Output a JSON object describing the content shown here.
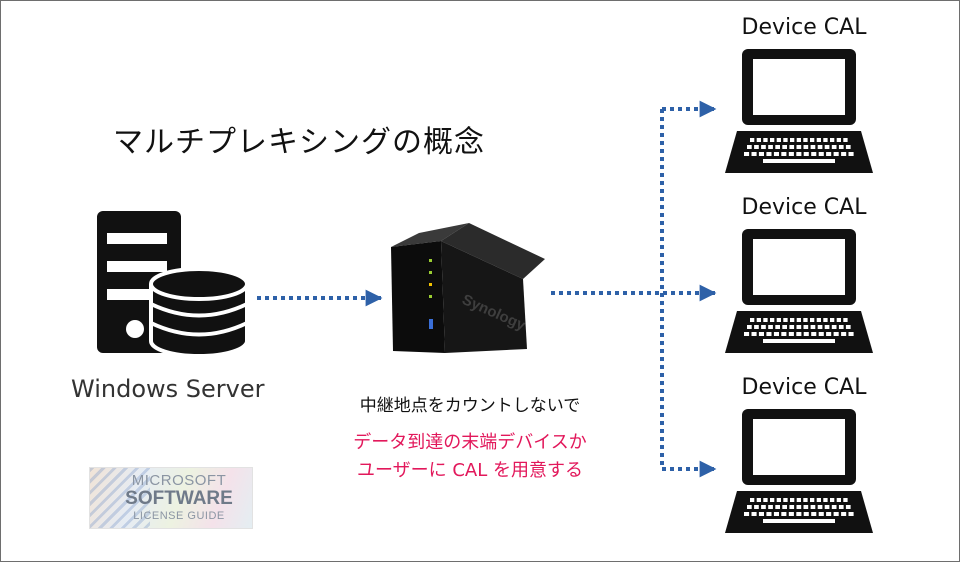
{
  "title": "マルチプレキシングの概念",
  "server": {
    "label": "Windows Server",
    "icon": "server-database-icon"
  },
  "nas": {
    "brand": "Synology",
    "icon": "nas-device-icon"
  },
  "note": "中継地点をカウントしないで",
  "highlight": {
    "line1": "データ到達の末端デバイスか",
    "line2": "ユーザーに CAL を用意する",
    "color": "#e2185b"
  },
  "devices": [
    {
      "label": "Device CAL",
      "icon": "laptop-icon"
    },
    {
      "label": "Device CAL",
      "icon": "laptop-icon"
    },
    {
      "label": "Device CAL",
      "icon": "laptop-icon"
    }
  ],
  "logo": {
    "line1": "MICROSOFT",
    "line2": "SOFTWARE",
    "line3": "LICENSE GUIDE"
  },
  "colors": {
    "arrow": "#2e61a8",
    "accent": "#e2185b"
  }
}
